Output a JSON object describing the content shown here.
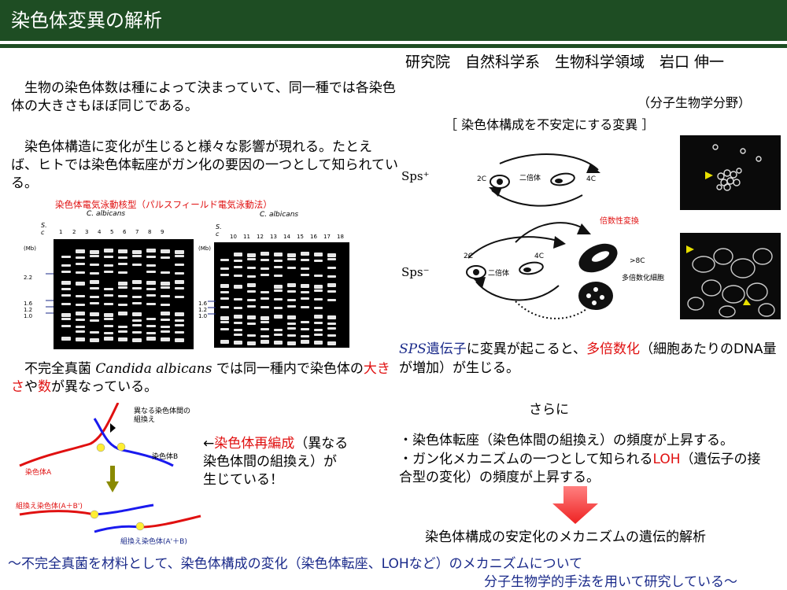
{
  "title": "染色体変異の解析",
  "author": "研究院　自然科学系　生物科学領域　岩口 伸一",
  "field": "（分子生物学分野）",
  "intro": {
    "p1": "　生物の染色体数は種によって決まっていて、同一種では各染色体の大きさもほぼ同じである。",
    "p2": "　染色体構造に変化が生じると様々な影響が現れる。たとえば、ヒトでは染色体転座がガン化の要因の一つとして知られている。"
  },
  "gel": {
    "caption": "染色体電気泳動核型（パルスフィールド電気泳動法）",
    "species_label": "C. albicans",
    "sc_label": "S. c",
    "lanes_left": [
      "1",
      "2",
      "3",
      "4",
      "5",
      "6",
      "7",
      "8",
      "9"
    ],
    "lanes_right": [
      "10",
      "11",
      "12",
      "13",
      "14",
      "15",
      "16",
      "17",
      "18"
    ],
    "size_unit": "(Mb)",
    "size_marks": [
      "2.2",
      "1.6",
      "1.2",
      "1.0"
    ]
  },
  "candida": {
    "prefix": "　不完全真菌 ",
    "species": "Candida albicans",
    "mid": " では同一種内で染色体の",
    "size": "大きさ",
    "ya": "や",
    "number": "数",
    "suffix": "が異なっている。"
  },
  "recomb_fig": {
    "label_between": "異なる染色体間の組換え",
    "chrom_b": "染色体B",
    "chrom_a": "染色体A",
    "recomb_ab": "組換え染色体(A＋B')",
    "recomb_ba": "組換え染色体(A'＋B)"
  },
  "rearrange": {
    "arrow": "←",
    "term": "染色体再編成",
    "rest": "（異なる染色体間の組換え）が生じている！"
  },
  "unstable": {
    "heading": "［ 染色体構成を不安定にする変異 ］",
    "sps_plus": "Sps⁺",
    "sps_minus": "Sps⁻",
    "c2": "2C",
    "c4": "4C",
    "diploid": "二倍体",
    "polyploid_change": "倍数性変換",
    "c8": ">8C",
    "polyploid_cell": "多倍数化細胞"
  },
  "sps_sentence": {
    "gene_italic": "SPS",
    "gene_suffix": "遺伝子",
    "mid": "に変異が起こると、",
    "poly": "多倍数化",
    "rest": "（細胞あたりのDNA量が増加）が生じる。"
  },
  "furthermore": "さらに",
  "bullets": {
    "b1": "・染色体転座（染色体間の組換え）の頻度が上昇する。",
    "b2_pre": "・ガン化メカニズムの一つとして知られる",
    "b2_loh": "LOH",
    "b2_post": "（遺伝子の接合型の変化）の頻度が上昇する。"
  },
  "conclusion": "染色体構成の安定化のメカニズムの遺伝的解析",
  "footer": {
    "line1": "～不完全真菌を材料として、染色体構成の変化（染色体転座、LOHなど）のメカニズムについて",
    "line2": "分子生物学的手法を用いて研究している～"
  },
  "colors": {
    "title_bg": "#1e4d23",
    "accent_red": "#e01010",
    "footer_blue": "#1a2a8a",
    "arrow_red": "#ee3333",
    "olive_arrow": "#8a8a00"
  }
}
